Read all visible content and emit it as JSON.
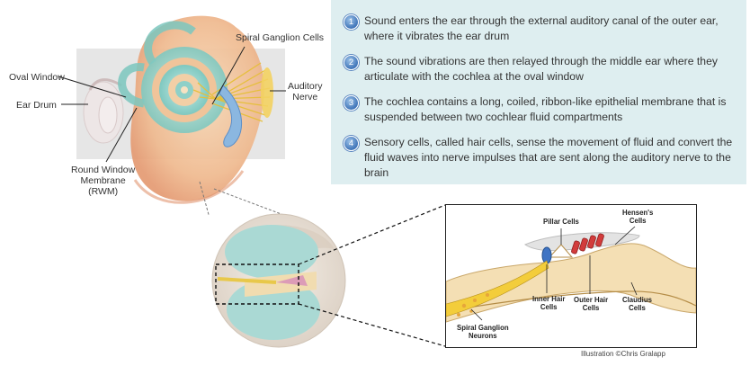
{
  "labels": {
    "spiral_ganglion_cells": "Spiral Ganglion Cells",
    "oval_window": "Oval Window",
    "ear_drum": "Ear Drum",
    "auditory_nerve": "Auditory\nNerve",
    "round_window": "Round Window\nMembrane\n(RWM)"
  },
  "steps": [
    {
      "number": "1",
      "text": "Sound enters the ear through the external auditory canal of the outer ear, where it vibrates the ear drum"
    },
    {
      "number": "2",
      "text": "The sound vibrations are then relayed through the middle ear where they articulate with the cochlea at the oval window"
    },
    {
      "number": "3",
      "text": "The cochlea contains a long, coiled, ribbon-like epithelial membrane that is suspended between two cochlear fluid compartments"
    },
    {
      "number": "4",
      "text": "Sensory cells, called hair cells, sense the movement of fluid and convert the fluid waves into nerve impulses that are sent along the auditory nerve to the brain"
    }
  ],
  "detail_labels": {
    "pillar_cells": "Pillar Cells",
    "hensens_cells": "Hensen's\nCells",
    "inner_hair_cells": "Inner Hair\nCells",
    "outer_hair_cells": "Outer Hair\nCells",
    "claudius_cells": "Claudius\nCells",
    "spiral_ganglion_neurons": "Spiral Ganglion\nNeurons"
  },
  "credit": "Illustration ©Chris Gralapp",
  "colors": {
    "panel_bg": "#deeef0",
    "step_number": "#3f74b8",
    "fluid": "#a9d8d4",
    "tissue": "#f2ddb0",
    "nerve": "#e8c84a",
    "outer_hair_cells": "#d23c3c",
    "inner_hair_cell": "#3a6fc0"
  }
}
